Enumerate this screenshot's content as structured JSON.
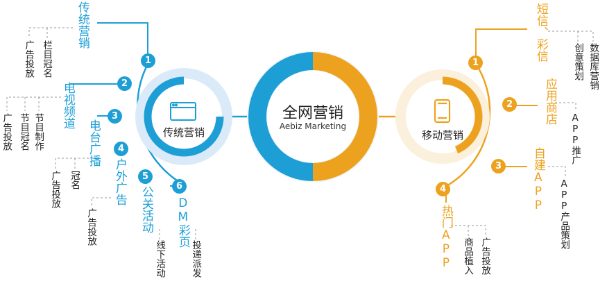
{
  "center": {
    "title": "全网营销",
    "subtitle": "Aebiz Marketing"
  },
  "left_hub": {
    "label": "传统营销"
  },
  "right_hub": {
    "label": "移动营销"
  },
  "left_branches": [
    {
      "num": "1",
      "label": "传统营销",
      "leaves": [
        "广告投放",
        "栏目冠名"
      ]
    },
    {
      "num": "2",
      "label": "电视频道",
      "leaves": [
        "广告投放",
        "节目冠名",
        "节目制作"
      ]
    },
    {
      "num": "3",
      "label": "电台广播",
      "leaves": [
        "广告投放",
        "冠名"
      ]
    },
    {
      "num": "4",
      "label": "户外广告",
      "leaves": [
        "广告投放"
      ]
    },
    {
      "num": "5",
      "label": "公关活动",
      "leaves": [
        "线下活动"
      ]
    },
    {
      "num": "6",
      "label": "DM彩页",
      "leaves": [
        "投递派发"
      ]
    }
  ],
  "right_branches": [
    {
      "num": "1",
      "label": "短信、彩信",
      "leaves": [
        "创意策划",
        "数据库营销"
      ]
    },
    {
      "num": "2",
      "label": "应用商店",
      "leaves": [
        "APP推广"
      ]
    },
    {
      "num": "3",
      "label": "自建APP",
      "leaves": [
        "APP产品策划"
      ]
    },
    {
      "num": "4",
      "label": "热门APP",
      "leaves": [
        "商品植入",
        "广告投放"
      ]
    }
  ],
  "colors": {
    "blue": "#1d9fd6",
    "orange": "#eda21f",
    "light_blue": "#dbeaf8",
    "light_orange": "#fbf0dc"
  }
}
